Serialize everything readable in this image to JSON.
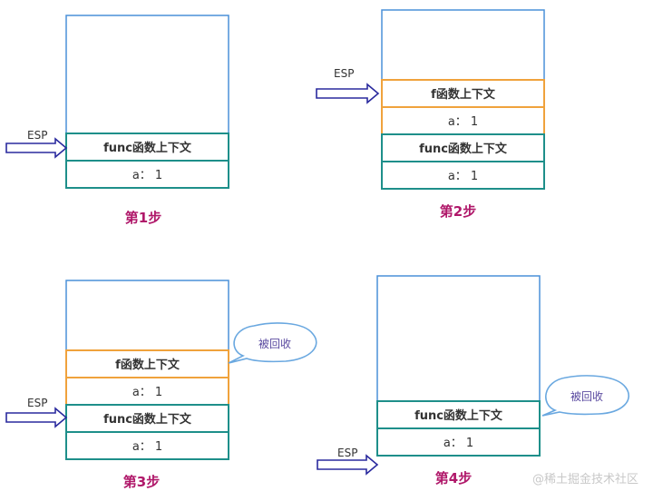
{
  "panels": [
    {
      "esp_label": "ESP",
      "step_label": "第1步",
      "frames": [
        {
          "title": "func函数上下文",
          "var": "a： 1",
          "color": "#1e8f8a"
        }
      ],
      "bubble": null
    },
    {
      "esp_label": "ESP",
      "step_label": "第2步",
      "frames": [
        {
          "title": "f函数上下文",
          "var": "a： 1",
          "color": "#f0a23c"
        },
        {
          "title": "func函数上下文",
          "var": "a： 1",
          "color": "#1e8f8a"
        }
      ],
      "bubble": null
    },
    {
      "esp_label": "ESP",
      "step_label": "第3步",
      "frames": [
        {
          "title": "f函数上下文",
          "var": "a： 1",
          "color": "#f0a23c"
        },
        {
          "title": "func函数上下文",
          "var": "a： 1",
          "color": "#1e8f8a"
        }
      ],
      "bubble": "被回收"
    },
    {
      "esp_label": "ESP",
      "step_label": "第4步",
      "frames": [
        {
          "title": "func函数上下文",
          "var": "a： 1",
          "color": "#1e8f8a"
        }
      ],
      "bubble": "被回收"
    }
  ],
  "watermark": "@稀土掘金技术社区",
  "colors": {
    "stack_border": "#4a90d9",
    "arrow_fill": "#ffffff",
    "arrow_stroke": "#2a2a9e",
    "step_text": "#b0186a",
    "bubble_border": "#6aa8e0",
    "bubble_text": "#5a4aa0"
  }
}
